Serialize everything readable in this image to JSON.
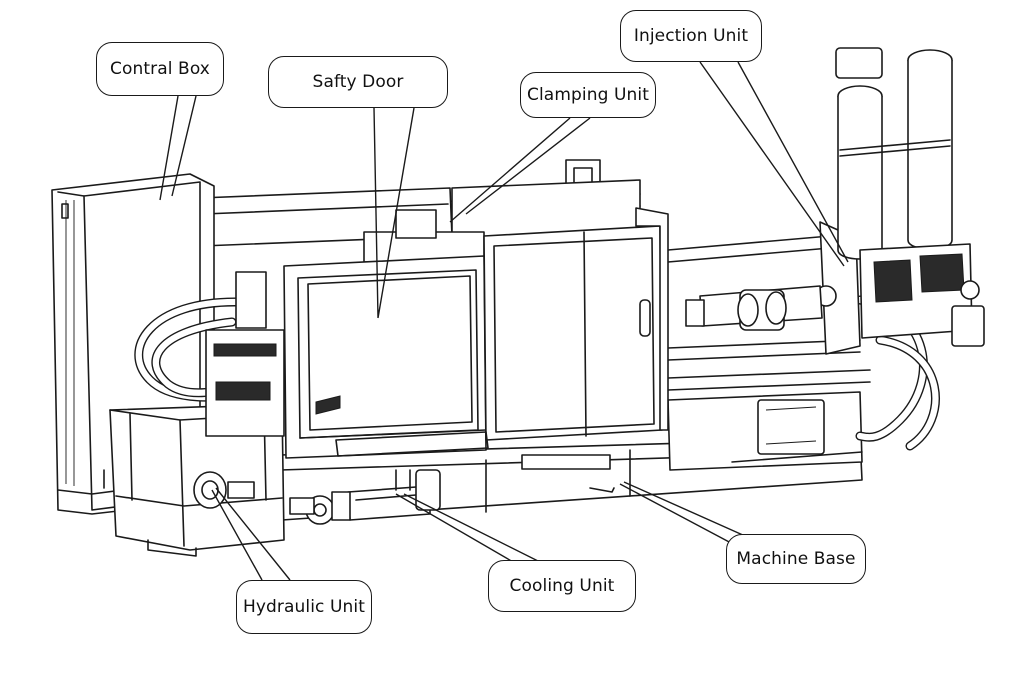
{
  "callouts": {
    "control_box": "Contral Box",
    "safety_door": "Safty Door",
    "clamping_unit": "Clamping Unit",
    "injection_unit": "Injection Unit",
    "hydraulic_unit": "Hydraulic Unit",
    "cooling_unit": "Cooling Unit",
    "machine_base": "Machine Base"
  },
  "colors": {
    "line": "#1a1a1a",
    "background": "#ffffff"
  }
}
